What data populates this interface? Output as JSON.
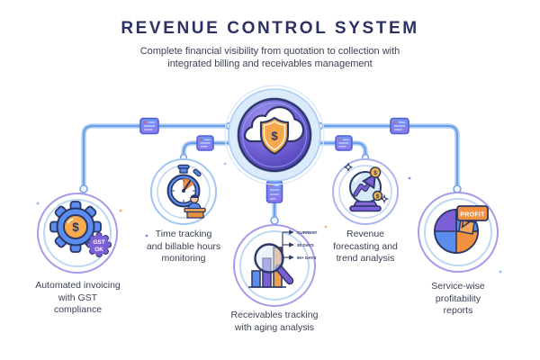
{
  "header": {
    "title": "REVENUE CONTROL SYSTEM",
    "subtitle_line1": "Complete financial visibility from quotation to collection with",
    "subtitle_line2": "integrated billing and receivables management"
  },
  "hub": {
    "icon": "cloud-shield-dollar-icon",
    "shield_symbol": "$"
  },
  "nodes": [
    {
      "id": "automated-invoicing",
      "icon": "gear-dollar-gst-icon",
      "gear_symbol": "$",
      "badge_top": "GST",
      "badge_bottom": "OK",
      "label_lines": [
        "Automated invoicing",
        "with GST",
        "compliance"
      ]
    },
    {
      "id": "time-tracking",
      "icon": "stopwatch-person-icon",
      "label_lines": [
        "Time tracking",
        "and billable hours",
        "monitoring"
      ]
    },
    {
      "id": "receivables-tracking",
      "icon": "magnifier-bar-chart-icon",
      "aging_labels": [
        "CURRENT",
        "30 DAYS",
        "90+ DAYS"
      ],
      "label_lines": [
        "Receivables tracking",
        "with aging analysis"
      ]
    },
    {
      "id": "revenue-forecasting",
      "icon": "crystal-ball-trend-icon",
      "coin_symbol": "$",
      "label_lines": [
        "Revenue",
        "forecasting and",
        "trend analysis"
      ]
    },
    {
      "id": "service-profitability",
      "icon": "pie-chart-profit-icon",
      "flag_label": "PROFIT",
      "label_lines": [
        "Service-wise",
        "profitability",
        "reports"
      ]
    }
  ],
  "colors": {
    "title_navy": "#2b3263",
    "outline_navy": "#2c3766",
    "icon_blue": "#5b8def",
    "icon_purple": "#7c5fd6",
    "icon_orange": "#ef9140",
    "coin_gold": "#f2b44a",
    "line_blue": "#6d9fe8",
    "line_halo": "#b3d2f5",
    "ring_light_blue": "#9fc7f3",
    "ring_lavender": "#a79bea",
    "hub_gradient_inner": "#a89af0",
    "hub_gradient_outer": "#4b3cae"
  }
}
